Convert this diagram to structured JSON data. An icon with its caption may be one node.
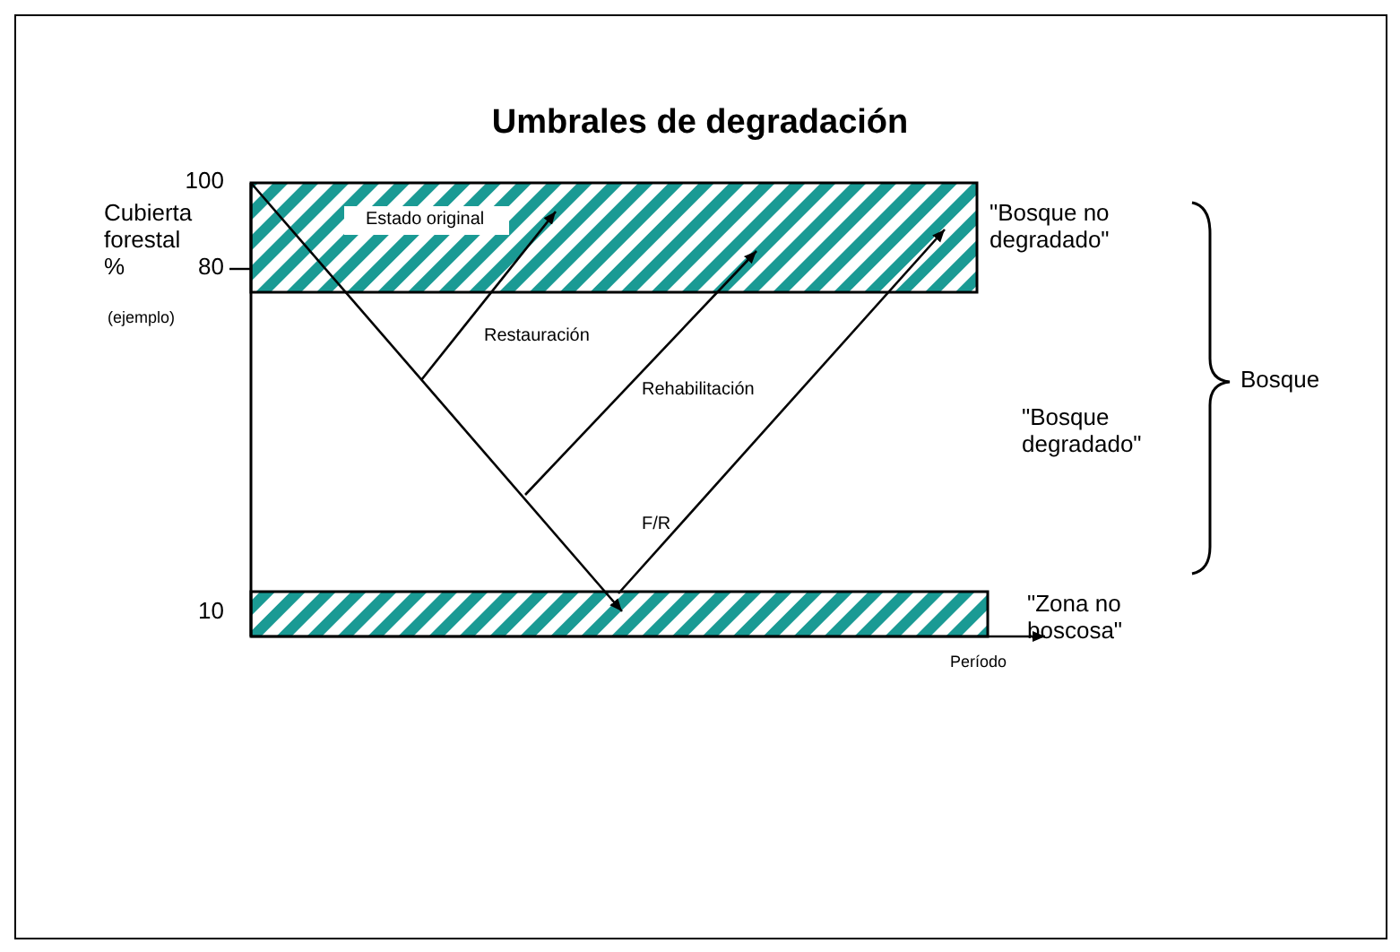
{
  "diagram": {
    "title": "Umbrales de degradación",
    "labels": [
      "100",
      "Cubierta forestal %",
      "80",
      "(ejemplo)",
      "Estado original",
      "\"Bosque no degradado\"",
      "Restauración",
      "Rehabilitación",
      "Bosque",
      "\"Bosque degradado\"",
      "F/R",
      "10",
      "\"Zona no boscosa\"",
      "Período"
    ]
  }
}
